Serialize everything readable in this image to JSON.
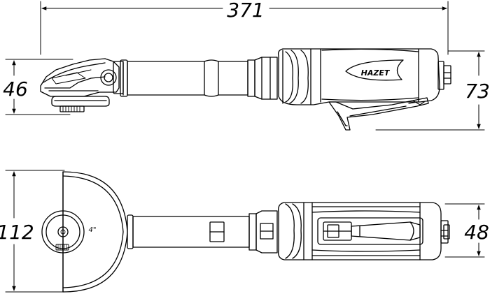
{
  "drawing": {
    "brand": "HAZET",
    "guard_mark": "4\"",
    "dimensions": {
      "overall_length": "371",
      "side_head_height": "46",
      "side_body_height": "73",
      "top_guard_diameter": "112",
      "top_body_width": "48"
    }
  }
}
